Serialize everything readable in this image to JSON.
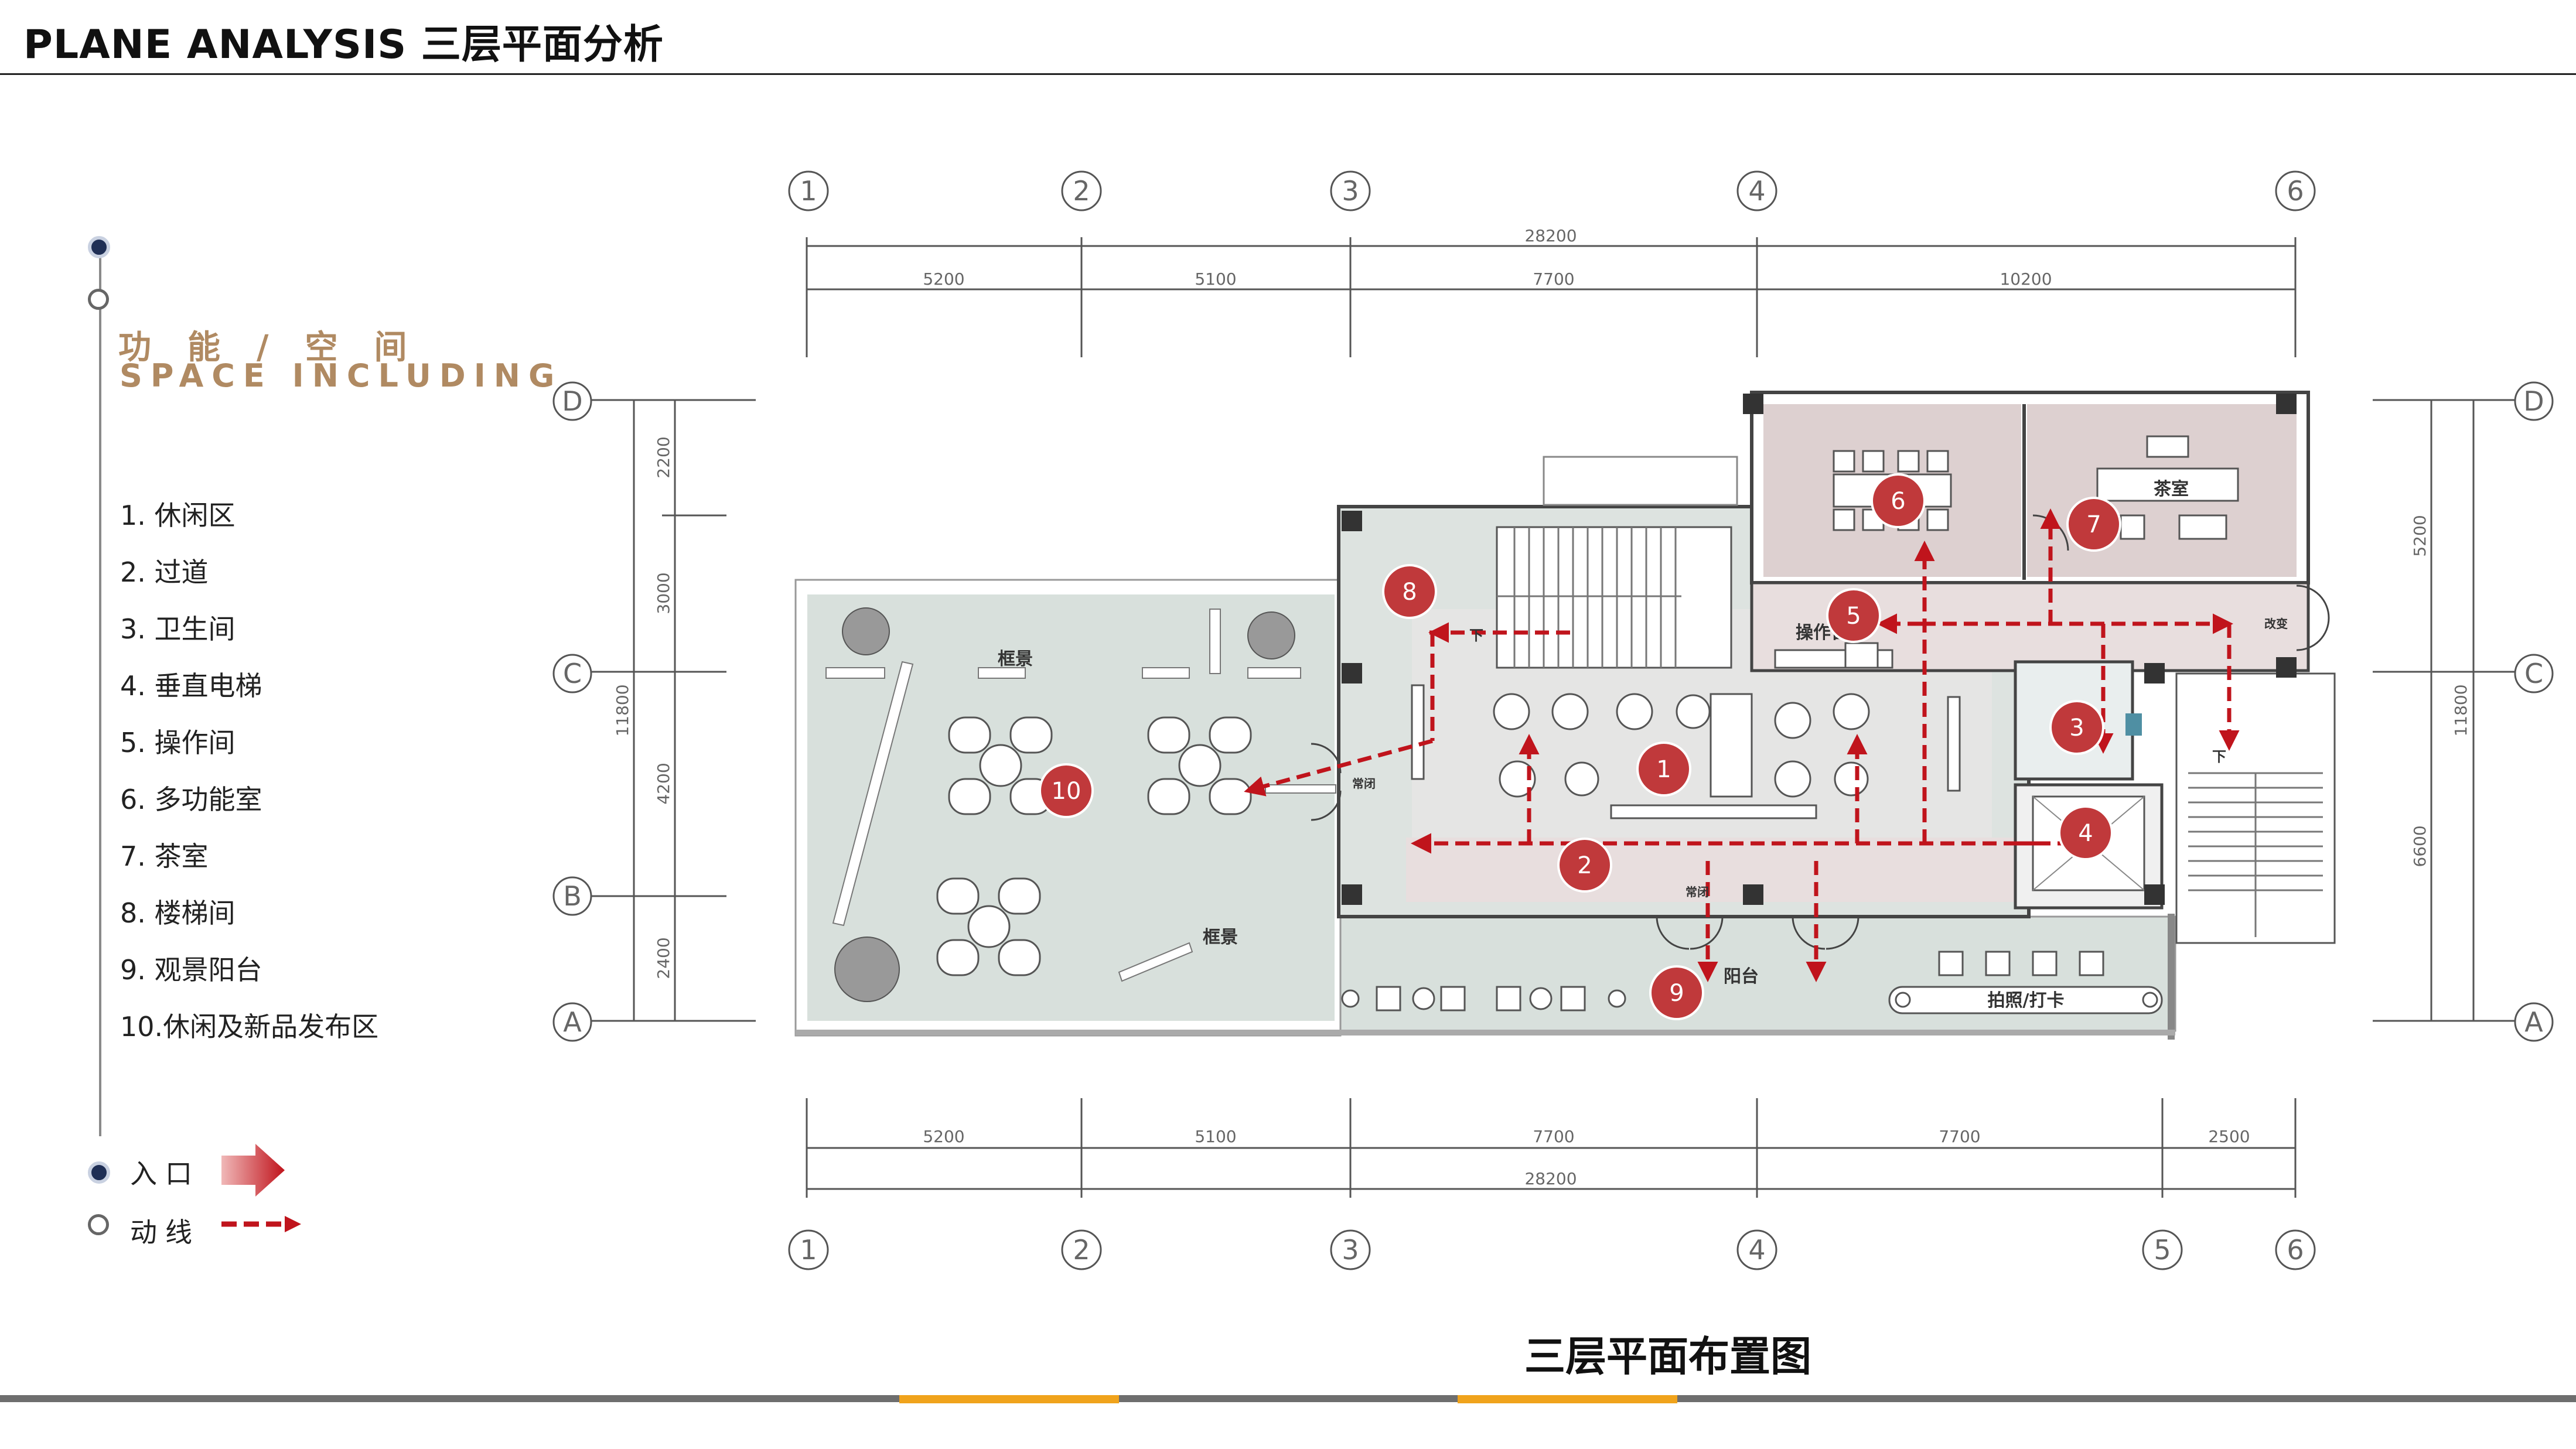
{
  "header": {
    "title": "PLANE ANALYSIS 三层平面分析"
  },
  "section": {
    "title_cn": "功能/空间",
    "title_en": "SPACE INCLUDING"
  },
  "spaces": [
    "1. 休闲区",
    "2. 过道",
    "3. 卫生间",
    "4. 垂直电梯",
    "5. 操作间",
    "6. 多功能室",
    "7. 茶室",
    "8. 楼梯间",
    "9. 观景阳台",
    "10.休闲及新品发布区"
  ],
  "legend": {
    "entrance": "入口",
    "flow": "动线"
  },
  "plan": {
    "caption": "三层平面布置图",
    "axis_top": [
      "1",
      "2",
      "3",
      "4",
      "6"
    ],
    "axis_bottom": [
      "1",
      "2",
      "3",
      "4",
      "5",
      "6"
    ],
    "axis_rows": [
      "D",
      "C",
      "B",
      "A"
    ],
    "dims_top_total": "28200",
    "dims_top": [
      "5200",
      "5100",
      "7700",
      "10200"
    ],
    "dims_bottom": [
      "5200",
      "5100",
      "7700",
      "7700",
      "2500"
    ],
    "dims_bottom_total": "28200",
    "dims_left_total": "11800",
    "dims_left": [
      "2200",
      "3000",
      "4200",
      "2400"
    ],
    "dims_right_total": "11800",
    "dims_right": [
      "5200",
      "6600"
    ],
    "room_labels": {
      "kuangjing_1": "框景",
      "kuangjing_2": "框景",
      "chashi": "茶室",
      "caozuotai": "操作台",
      "yangtai": "阳台",
      "paizhao": "拍照/打卡",
      "xia_1": "下",
      "xia_2": "下",
      "gaiying": "改变",
      "changbi_1": "常闭",
      "changbi_2": "常闭"
    },
    "markers": [
      "1",
      "2",
      "3",
      "4",
      "5",
      "6",
      "7",
      "8",
      "9",
      "10"
    ]
  },
  "colors": {
    "marker_red": "#c0393b",
    "arrow_red": "#c0141c",
    "room_pink": "#ddd0d0",
    "room_green": "#d8e0dc",
    "label_tan": "#b08a62",
    "dot_navy": "#1f2f55",
    "accent_orange": "#f0a31c"
  }
}
